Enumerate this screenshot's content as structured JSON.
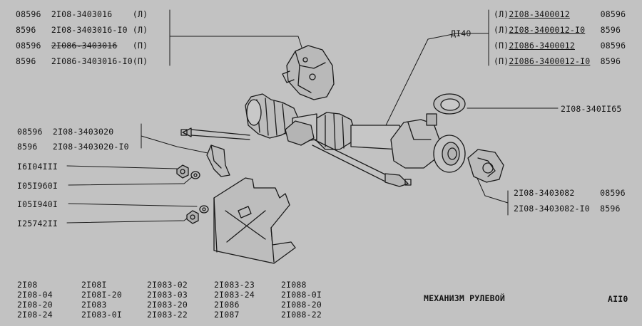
{
  "part_callouts": {
    "bracket_left_rows": [
      {
        "code": "08596",
        "part": "2I08-3403016",
        "side": "(Л)"
      },
      {
        "code": "8596",
        "part": "2I08-3403016-I0",
        "side": "(Л)"
      },
      {
        "code": "08596",
        "part": "2I086-3403016",
        "side": "(П)"
      },
      {
        "code": "8596",
        "part": "2I086-3403016-I0",
        "side": "(П)"
      }
    ],
    "mechanism_rows": [
      {
        "side": "(Л)",
        "part": "2I08-3400012",
        "code": "08596"
      },
      {
        "side": "(Л)",
        "part": "2I08-3400012-I0",
        "code": "8596"
      },
      {
        "side": "(П)",
        "part": "2I086-3400012",
        "code": "08596"
      },
      {
        "side": "(П)",
        "part": "2I086-3400012-I0",
        "code": "8596"
      }
    ],
    "mechanism_ref": "ДI40",
    "seal_ring": "2I08-340II65",
    "clamp_rows": [
      {
        "code": "08596",
        "part": "2I08-3403020"
      },
      {
        "code": "8596",
        "part": "2I08-3403020-I0"
      }
    ],
    "nut_1": "I6I04III",
    "washer_1": "I05I960I",
    "washer_2": "I05I940I",
    "nut_2": "I25742II",
    "support_rows": [
      {
        "part": "2I08-3403082",
        "code": "08596"
      },
      {
        "part": "2I08-3403082-I0",
        "code": "8596"
      }
    ]
  },
  "models": [
    [
      "2I08",
      "2I08-04",
      "2I08-20",
      "2I08-24"
    ],
    [
      "2I08I",
      "2I08I-20",
      "2I083",
      "2I083-0I"
    ],
    [
      "2I083-02",
      "2I083-03",
      "2I083-20",
      "2I083-22"
    ],
    [
      "2I083-23",
      "2I083-24",
      "2I086",
      "2I087"
    ],
    [
      "2I088",
      "2I088-0I",
      "2I088-20",
      "2I088-22"
    ]
  ],
  "sheet_title": "МЕХАНИЗМ РУЛЕВОЙ",
  "sheet_code": "АII0"
}
